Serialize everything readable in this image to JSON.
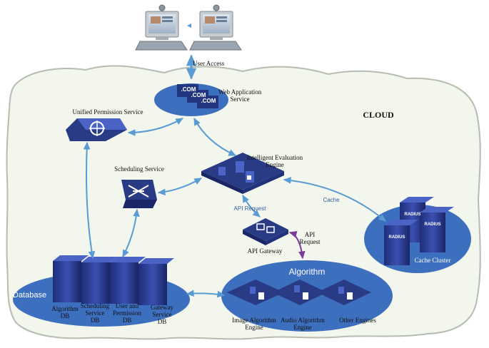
{
  "colors": {
    "cloud_fill": "#f3f6ec",
    "cloud_stroke": "#b5bcb0",
    "ellipse_blue": "#3d6fbf",
    "device_blue": "#2a3b86",
    "arrow_blue": "#5a9bd3",
    "arrow_purple": "#7a3a9a"
  },
  "labels": {
    "user_access": "User Access",
    "web_app": "Web Application\nService",
    "cloud": "CLOUD",
    "unified_permission": "Unified Permission Service",
    "intelligent_engine": "Intelligent Evaluation\nEngine",
    "scheduling": "Scheduling Service",
    "api_request_1": "API Request",
    "api_request_2": "API\nRequest",
    "api_gateway": "API Gateway",
    "cache": "Cache",
    "cache_cluster": "Cache Cluster",
    "radius": "RADIUS",
    "dotcom": ".COM",
    "database": "Database",
    "algorithm": "Algorithm",
    "db_algorithm": "Algorithm\nDB",
    "db_scheduling": "Scheduling\nService\nDB",
    "db_user": "User and\nPermission\nDB",
    "db_gateway": "Gateway\nService\nDB",
    "eng_image": "Image Algorithm\nEngine",
    "eng_audio": "Audio Algorithm\nEngine",
    "eng_other": "Other Engines"
  }
}
